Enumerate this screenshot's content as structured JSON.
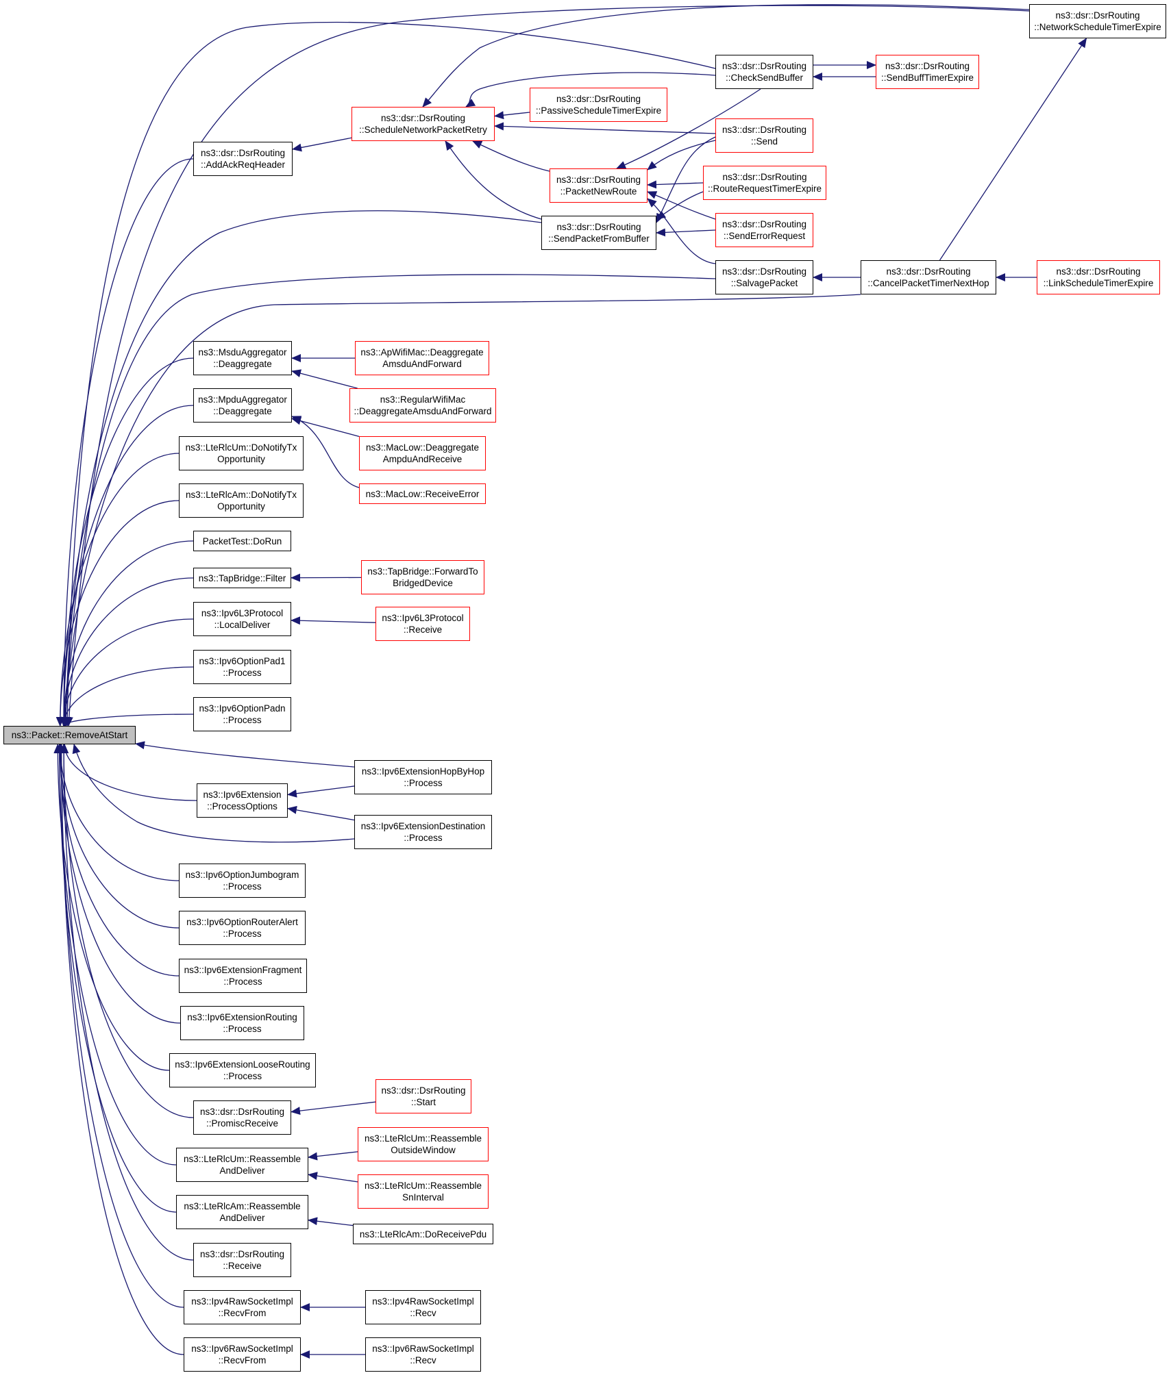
{
  "colors": {
    "edge": "#191970",
    "border": "#000000",
    "truncated_border": "#ff0000",
    "root_fill": "#bfbfbf"
  },
  "nodes": [
    {
      "id": "root",
      "label": "ns3::Packet::RemoveAtStart",
      "style": "root"
    },
    {
      "id": "addackreq",
      "label": "ns3::dsr::DsrRouting\n::AddAckReqHeader",
      "style": "normal"
    },
    {
      "id": "schedretry",
      "label": "ns3::dsr::DsrRouting\n::ScheduleNetworkPacketRetry",
      "style": "red"
    },
    {
      "id": "passivesched",
      "label": "ns3::dsr::DsrRouting\n::PassiveScheduleTimerExpire",
      "style": "red"
    },
    {
      "id": "checksendbuf",
      "label": "ns3::dsr::DsrRouting\n::CheckSendBuffer",
      "style": "normal"
    },
    {
      "id": "sendbufftimer",
      "label": "ns3::dsr::DsrRouting\n::SendBuffTimerExpire",
      "style": "red"
    },
    {
      "id": "netschedtimer",
      "label": "ns3::dsr::DsrRouting\n::NetworkScheduleTimerExpire",
      "style": "normal"
    },
    {
      "id": "send",
      "label": "ns3::dsr::DsrRouting\n::Send",
      "style": "red"
    },
    {
      "id": "packetnewroute",
      "label": "ns3::dsr::DsrRouting\n::PacketNewRoute",
      "style": "red"
    },
    {
      "id": "routereqtimer",
      "label": "ns3::dsr::DsrRouting\n::RouteRequestTimerExpire",
      "style": "red"
    },
    {
      "id": "sendpktfrombuf",
      "label": "ns3::dsr::DsrRouting\n::SendPacketFromBuffer",
      "style": "normal"
    },
    {
      "id": "senderrorreq",
      "label": "ns3::dsr::DsrRouting\n::SendErrorRequest",
      "style": "red"
    },
    {
      "id": "salvage",
      "label": "ns3::dsr::DsrRouting\n::SalvagePacket",
      "style": "normal"
    },
    {
      "id": "cancelpkt",
      "label": "ns3::dsr::DsrRouting\n::CancelPacketTimerNextHop",
      "style": "normal"
    },
    {
      "id": "linksched",
      "label": "ns3::dsr::DsrRouting\n::LinkScheduleTimerExpire",
      "style": "red"
    },
    {
      "id": "msdudeagg",
      "label": "ns3::MsduAggregator\n::Deaggregate",
      "style": "normal"
    },
    {
      "id": "apwifi",
      "label": "ns3::ApWifiMac::Deaggregate\nAmsduAndForward",
      "style": "red"
    },
    {
      "id": "regularwifi",
      "label": "ns3::RegularWifiMac\n::DeaggregateAmsduAndForward",
      "style": "red"
    },
    {
      "id": "mpdudeagg",
      "label": "ns3::MpduAggregator\n::Deaggregate",
      "style": "normal"
    },
    {
      "id": "maclowdeagg",
      "label": "ns3::MacLow::Deaggregate\nAmpduAndReceive",
      "style": "red"
    },
    {
      "id": "maclowrecverr",
      "label": "ns3::MacLow::ReceiveError",
      "style": "red"
    },
    {
      "id": "rlcumnotify",
      "label": "ns3::LteRlcUm::DoNotifyTx\nOpportunity",
      "style": "normal"
    },
    {
      "id": "rlcamnotify",
      "label": "ns3::LteRlcAm::DoNotifyTx\nOpportunity",
      "style": "normal"
    },
    {
      "id": "packettest",
      "label": "PacketTest::DoRun",
      "style": "normal"
    },
    {
      "id": "tapfilter",
      "label": "ns3::TapBridge::Filter",
      "style": "normal"
    },
    {
      "id": "tapforward",
      "label": "ns3::TapBridge::ForwardTo\nBridgedDevice",
      "style": "red"
    },
    {
      "id": "ipv6l3local",
      "label": "ns3::Ipv6L3Protocol\n::LocalDeliver",
      "style": "normal"
    },
    {
      "id": "ipv6l3recv",
      "label": "ns3::Ipv6L3Protocol\n::Receive",
      "style": "red"
    },
    {
      "id": "pad1",
      "label": "ns3::Ipv6OptionPad1\n::Process",
      "style": "normal"
    },
    {
      "id": "padn",
      "label": "ns3::Ipv6OptionPadn\n::Process",
      "style": "normal"
    },
    {
      "id": "hopbyhop",
      "label": "ns3::Ipv6ExtensionHopByHop\n::Process",
      "style": "normal"
    },
    {
      "id": "extprocopts",
      "label": "ns3::Ipv6Extension\n::ProcessOptions",
      "style": "normal"
    },
    {
      "id": "extdest",
      "label": "ns3::Ipv6ExtensionDestination\n::Process",
      "style": "normal"
    },
    {
      "id": "jumbogram",
      "label": "ns3::Ipv6OptionJumbogram\n::Process",
      "style": "normal"
    },
    {
      "id": "routeralert",
      "label": "ns3::Ipv6OptionRouterAlert\n::Process",
      "style": "normal"
    },
    {
      "id": "extfrag",
      "label": "ns3::Ipv6ExtensionFragment\n::Process",
      "style": "normal"
    },
    {
      "id": "extrouting",
      "label": "ns3::Ipv6ExtensionRouting\n::Process",
      "style": "normal"
    },
    {
      "id": "extloose",
      "label": "ns3::Ipv6ExtensionLooseRouting\n::Process",
      "style": "normal"
    },
    {
      "id": "promisc",
      "label": "ns3::dsr::DsrRouting\n::PromiscReceive",
      "style": "normal"
    },
    {
      "id": "dsrstart",
      "label": "ns3::dsr::DsrRouting\n::Start",
      "style": "red"
    },
    {
      "id": "rlcumreasm",
      "label": "ns3::LteRlcUm::Reassemble\nAndDeliver",
      "style": "normal"
    },
    {
      "id": "rlcumoutside",
      "label": "ns3::LteRlcUm::Reassemble\nOutsideWindow",
      "style": "red"
    },
    {
      "id": "rlcumsn",
      "label": "ns3::LteRlcUm::Reassemble\nSnInterval",
      "style": "red"
    },
    {
      "id": "rlcamreasm",
      "label": "ns3::LteRlcAm::Reassemble\nAndDeliver",
      "style": "normal"
    },
    {
      "id": "rlcampdu",
      "label": "ns3::LteRlcAm::DoReceivePdu",
      "style": "normal"
    },
    {
      "id": "dsrrecv",
      "label": "ns3::dsr::DsrRouting\n::Receive",
      "style": "normal"
    },
    {
      "id": "ipv4rawrecvfrom",
      "label": "ns3::Ipv4RawSocketImpl\n::RecvFrom",
      "style": "normal"
    },
    {
      "id": "ipv4rawrecv",
      "label": "ns3::Ipv4RawSocketImpl\n::Recv",
      "style": "normal"
    },
    {
      "id": "ipv6rawrecvfrom",
      "label": "ns3::Ipv6RawSocketImpl\n::RecvFrom",
      "style": "normal"
    },
    {
      "id": "ipv6rawrecv",
      "label": "ns3::Ipv6RawSocketImpl\n::Recv",
      "style": "normal"
    }
  ],
  "edges": [
    {
      "from": "addackreq",
      "to": "root"
    },
    {
      "from": "schedretry",
      "to": "addackreq"
    },
    {
      "from": "passivesched",
      "to": "schedretry"
    },
    {
      "from": "checksendbuf",
      "to": "schedretry"
    },
    {
      "from": "netschedtimer",
      "to": "schedretry"
    },
    {
      "from": "send",
      "to": "schedretry"
    },
    {
      "from": "packetnewroute",
      "to": "schedretry"
    },
    {
      "from": "sendpktfrombuf",
      "to": "schedretry"
    },
    {
      "from": "checksendbuf",
      "to": "root"
    },
    {
      "from": "netschedtimer",
      "to": "root"
    },
    {
      "from": "sendbufftimer",
      "to": "checksendbuf"
    },
    {
      "from": "checksendbuf",
      "to": "sendbufftimer"
    },
    {
      "from": "checksendbuf",
      "to": "packetnewroute"
    },
    {
      "from": "send",
      "to": "packetnewroute"
    },
    {
      "from": "routereqtimer",
      "to": "packetnewroute"
    },
    {
      "from": "senderrorreq",
      "to": "packetnewroute"
    },
    {
      "from": "salvage",
      "to": "packetnewroute"
    },
    {
      "from": "sendpktfrombuf",
      "to": "root"
    },
    {
      "from": "send",
      "to": "sendpktfrombuf"
    },
    {
      "from": "routereqtimer",
      "to": "sendpktfrombuf"
    },
    {
      "from": "senderrorreq",
      "to": "sendpktfrombuf"
    },
    {
      "from": "salvage",
      "to": "root"
    },
    {
      "from": "cancelpkt",
      "to": "salvage"
    },
    {
      "from": "cancelpkt",
      "to": "netschedtimer"
    },
    {
      "from": "linksched",
      "to": "cancelpkt"
    },
    {
      "from": "cancelpkt",
      "to": "root"
    },
    {
      "from": "msdudeagg",
      "to": "root"
    },
    {
      "from": "apwifi",
      "to": "msdudeagg"
    },
    {
      "from": "regularwifi",
      "to": "msdudeagg"
    },
    {
      "from": "mpdudeagg",
      "to": "root"
    },
    {
      "from": "maclowdeagg",
      "to": "mpdudeagg"
    },
    {
      "from": "maclowrecverr",
      "to": "mpdudeagg"
    },
    {
      "from": "rlcumnotify",
      "to": "root"
    },
    {
      "from": "rlcamnotify",
      "to": "root"
    },
    {
      "from": "packettest",
      "to": "root"
    },
    {
      "from": "tapfilter",
      "to": "root"
    },
    {
      "from": "tapforward",
      "to": "tapfilter"
    },
    {
      "from": "ipv6l3local",
      "to": "root"
    },
    {
      "from": "ipv6l3recv",
      "to": "ipv6l3local"
    },
    {
      "from": "pad1",
      "to": "root"
    },
    {
      "from": "padn",
      "to": "root"
    },
    {
      "from": "hopbyhop",
      "to": "root"
    },
    {
      "from": "extprocopts",
      "to": "root"
    },
    {
      "from": "hopbyhop",
      "to": "extprocopts"
    },
    {
      "from": "extdest",
      "to": "extprocopts"
    },
    {
      "from": "extdest",
      "to": "root"
    },
    {
      "from": "jumbogram",
      "to": "root"
    },
    {
      "from": "routeralert",
      "to": "root"
    },
    {
      "from": "extfrag",
      "to": "root"
    },
    {
      "from": "extrouting",
      "to": "root"
    },
    {
      "from": "extloose",
      "to": "root"
    },
    {
      "from": "promisc",
      "to": "root"
    },
    {
      "from": "dsrstart",
      "to": "promisc"
    },
    {
      "from": "rlcumreasm",
      "to": "root"
    },
    {
      "from": "rlcumoutside",
      "to": "rlcumreasm"
    },
    {
      "from": "rlcumsn",
      "to": "rlcumreasm"
    },
    {
      "from": "rlcamreasm",
      "to": "root"
    },
    {
      "from": "rlcampdu",
      "to": "rlcamreasm"
    },
    {
      "from": "dsrrecv",
      "to": "root"
    },
    {
      "from": "ipv4rawrecvfrom",
      "to": "root"
    },
    {
      "from": "ipv4rawrecv",
      "to": "ipv4rawrecvfrom"
    },
    {
      "from": "ipv6rawrecvfrom",
      "to": "root"
    },
    {
      "from": "ipv6rawrecv",
      "to": "ipv6rawrecvfrom"
    }
  ]
}
